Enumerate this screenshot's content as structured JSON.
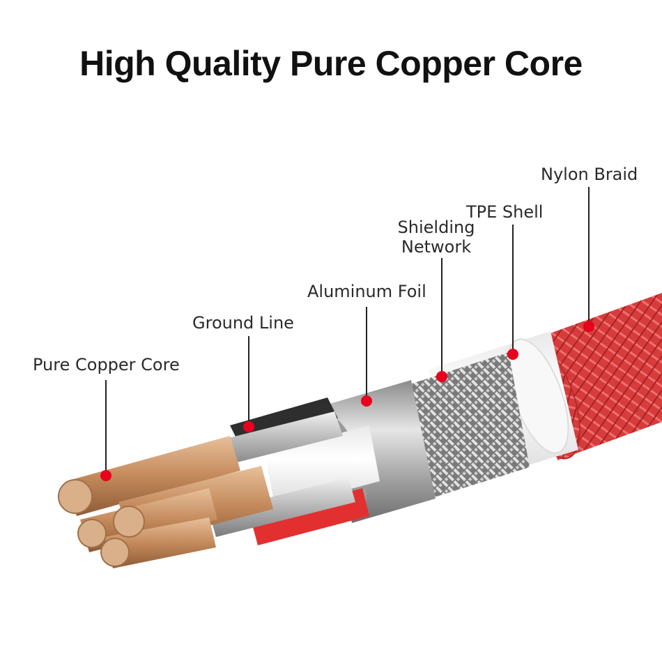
{
  "title": "High Quality Pure Copper Core",
  "labels": {
    "pure_copper_core": "Pure Copper Core",
    "ground_line": "Ground Line",
    "aluminum_foil": "Aluminum Foil",
    "shielding_line1": "Shielding",
    "shielding_line2": "Network",
    "tpe_shell": "TPE Shell",
    "nylon_braid": "Nylon Braid"
  },
  "colors": {
    "marker": "#e8001c",
    "copper": "#c9956a",
    "nylon": "#d93a3a",
    "aluminum": "#b9b9b9",
    "tpe": "#f4f4f4"
  }
}
